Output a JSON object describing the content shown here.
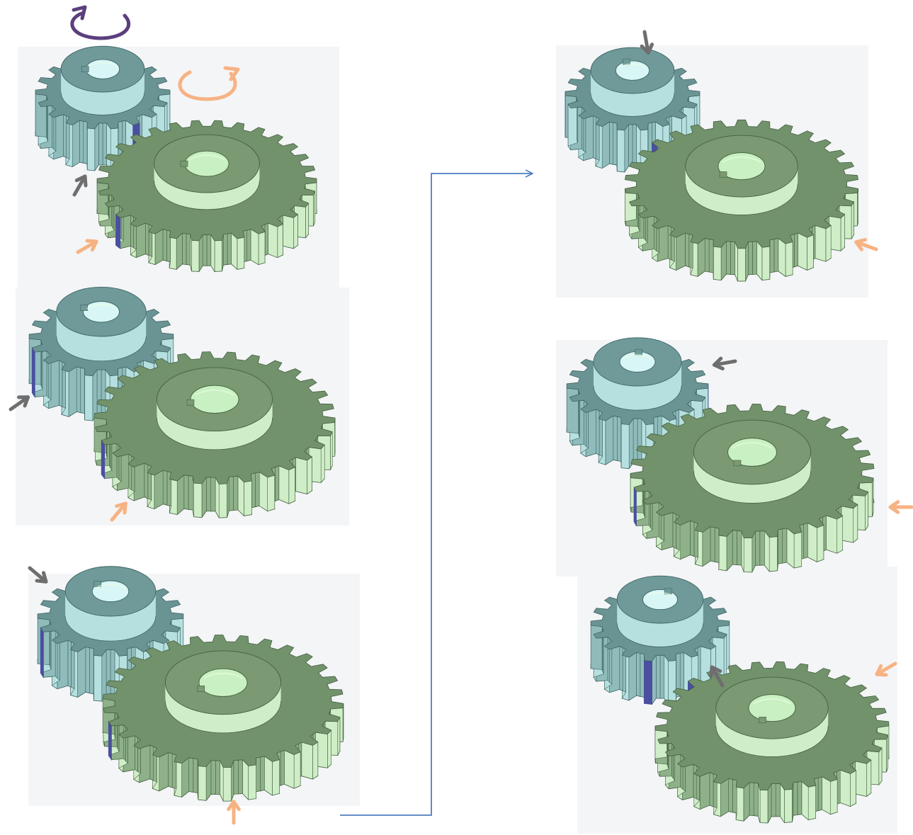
{
  "figure": {
    "colors": {
      "background": "#ffffff",
      "panel": "#f4f5f7",
      "pinion_top": "#6a9493",
      "pinion_side": "#b6e0df",
      "pinion_dark": "#3e6464",
      "gear_top": "#72926c",
      "gear_side": "#cfeec7",
      "gear_dark": "#42603f",
      "hub_top": "#7b9a73",
      "bore": "#c9f0c2",
      "marked_tooth": "#4a4fa0",
      "pinion_marker_arrow": "#6e6e6e",
      "gear_marker_arrow": "#f7b283",
      "pinion_rotation_arrow": "#5b3f7d",
      "gear_rotation_arrow": "#f7b283",
      "sequence_connector": "#4f7ec0"
    },
    "rotation_indicators": [
      {
        "gear": "pinion",
        "icon": "counterclockwise-rotation-arrow",
        "color": "#5b3f7d"
      },
      {
        "gear": "driven-gear",
        "icon": "clockwise-rotation-arrow",
        "color": "#f7b283"
      }
    ],
    "panels": [
      {
        "id": "step-1",
        "pinion_rotation_deg": 0,
        "gear_rotation_deg": 0
      },
      {
        "id": "step-2",
        "pinion_rotation_deg": 60,
        "gear_rotation_deg": -34
      },
      {
        "id": "step-3",
        "pinion_rotation_deg": 120,
        "gear_rotation_deg": -68
      },
      {
        "id": "step-4",
        "pinion_rotation_deg": 180,
        "gear_rotation_deg": -102
      },
      {
        "id": "step-5",
        "pinion_rotation_deg": 240,
        "gear_rotation_deg": -136
      },
      {
        "id": "step-6",
        "pinion_rotation_deg": 300,
        "gear_rotation_deg": -170
      }
    ],
    "connector": {
      "icon": "flow-arrow",
      "from": "step-3",
      "to": "step-4"
    }
  }
}
